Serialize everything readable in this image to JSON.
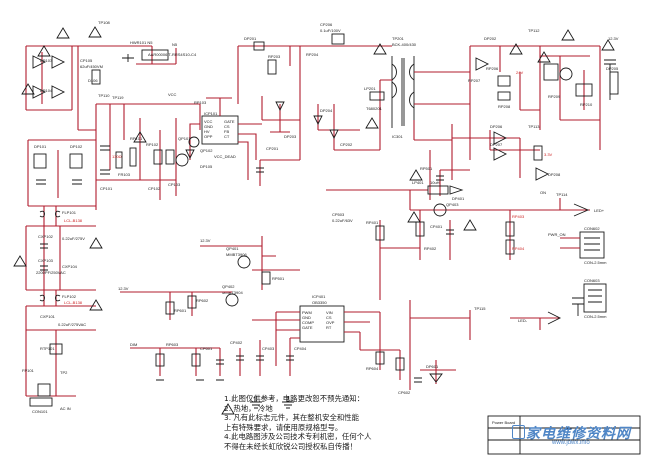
{
  "notes": [
    "1.此图仅供参考，电路更改恕不预先通知：",
    "2. 热地， 冷地",
    "3. 凡有此标志元件，其在整机安全和性能",
    "上有特殊要求，请使用原规格型号。",
    "4.此电路图涉及公司技术专利机密，任何个人",
    "不得在未经长虹欣锐公司授权私自传播！"
  ],
  "watermark": {
    "main": "家电维修资料网",
    "sub": "www.jdwx.info"
  },
  "title_block_label": "Power Board",
  "labels": {
    "tp108": "TP108",
    "hwr101": "HWR101 N5",
    "relay": "AAR00006 T-RRS4S10-C4",
    "jp_nc": "N5",
    "d106": "D106",
    "cp105": "CP105",
    "cp105v": "62uF/450VM",
    "dp103": "DP103",
    "dp104": "DP104",
    "tp119": "TP119",
    "tp110": "TP110",
    "vcc1": "VCC",
    "rp103": "RP103",
    "icp101": "ICP101",
    "pins_l": "VCC\nGND\nHV\nOPP",
    "pins_r": "GATE\nCS\nFB\nCT",
    "vcc_dead": "VCC_DEAD",
    "rp101": "RP101",
    "rp102": "RP102",
    "rp104": "RP104",
    "cp101": "CP101",
    "cp102": "CP102",
    "cp103": "CP103",
    "dp101": "DP101",
    "dp102": "DP102",
    "dp105": "DP105",
    "rp105": "RP105",
    "rp106": "RP106",
    "rp107": "RP107",
    "rp108": "RP108",
    "qp101": "QP101",
    "qp102": "QP102",
    "qp103": "QP103",
    "qp104": "QP104",
    "lcl_red": "130Ω",
    "fr103": "FR103",
    "fl101": "FLP101",
    "lcl": "LCL-B138",
    "lcl2": "LCL-B138",
    "cxp102": "CXP102",
    "cxp102v": "0.22uF/275V",
    "cxp103": "CXP103",
    "cxp104": "CXP104",
    "cxp104v": "2200PF/250VAC",
    "cxp101": "CXP101",
    "cxp101v": "0.22uF/275VAC",
    "fl102": "FLP102",
    "rtp101": "RTP101",
    "tr101": "TP2",
    "fp101": "FP101",
    "con101": "CON101",
    "ac_in": "AC IN",
    "dp201": "DP201",
    "rp203": "RP203",
    "rp204": "RP204",
    "rp205": "RP205",
    "dp203": "DP203",
    "dp204": "DP204",
    "dp205": "DP205",
    "tp201": "TP201",
    "ep2": "BCK-400/430",
    "dp202": "DP202",
    "rp206": "RP206",
    "rp207": "RP207",
    "rp208": "RP208",
    "rp209": "RP209",
    "rp210": "RP210",
    "cp201": "CP201",
    "cp202": "CP202",
    "dp206": "DP206",
    "dp207": "DP207",
    "dp208": "DP208",
    "cp206": "CP206",
    "cp206v": "0.1uF/100V",
    "lp201": "LP201",
    "pwr201": "T680201",
    "ic301": "IC301",
    "tp112": "TP112",
    "tp113": "TP113",
    "v12": "12.3V",
    "v24": "24V",
    "v33": "3.3V",
    "vled": "LED+",
    "vcc2": "VCC",
    "rp501": "RP501",
    "rp502": "RP502",
    "rp503": "RP503",
    "cp503": "CP503",
    "cp503v": "0.22uF/63V",
    "lp401": "LP401",
    "lp401v": "10uH",
    "dp401": "DP401",
    "rp401": "RP401",
    "rp402": "RP402",
    "rp403": "RP403",
    "rp404": "RP404",
    "cp401": "CP401",
    "cp402": "CP402",
    "cp403": "CP403",
    "cp404": "CP404",
    "qp401": "QP401",
    "qp402": "QP402",
    "qp403": "QP403",
    "qp401v": "MMBT3906",
    "qp402v": "MMBT3904",
    "icp401": "ICP401",
    "icp401v": "OB3350",
    "pins_ic4_l": "PWM\nGND\nCOMP\nGATE",
    "pins_ic4_r": "VIN\nCS\nOVP\nRT",
    "con601": "CON601",
    "con602": "CON602",
    "con602v": "CON-2.5mm",
    "con603": "CON603",
    "con603v": "CON-2.5mm",
    "pwr_on": "PWR_ON",
    "v12b": "12.3V",
    "v12c": "12.3V",
    "tp114": "TP114",
    "tp115": "TP115",
    "led_minus": "LED-",
    "dim": "DIM",
    "on": "ON",
    "rp601": "RP601",
    "rp602": "RP602",
    "rp603": "RP603",
    "rp604": "RP604",
    "cp601": "CP601",
    "cp602": "CP602",
    "cp603": "CP603",
    "dp601": "DP601",
    "rp605": "RP605",
    "rp606": "RP606"
  }
}
